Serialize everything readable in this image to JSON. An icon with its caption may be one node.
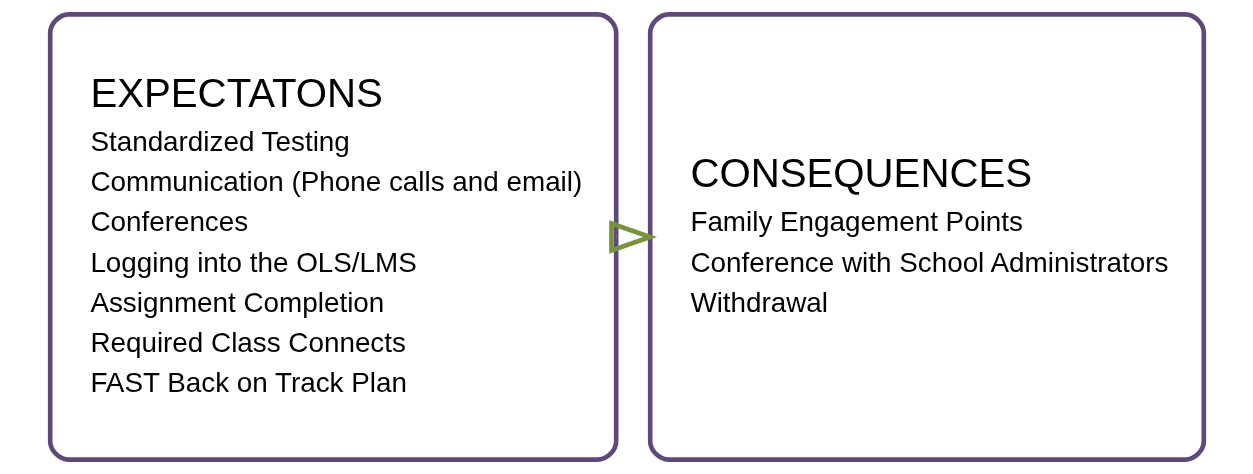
{
  "diagram": {
    "nodes": [
      {
        "text": [
          "EXPECTATONS",
          "Standardized Testing",
          "Communication (Phone calls and email)",
          "Conferences",
          "Logging into the OLS/LMS",
          "Assignment Completion",
          "Required Class Connects",
          "FAST Back on Track Plan"
        ]
      },
      {
        "text": [
          "CONSEQUENCES",
          "Family Engagement Points",
          "Conference with School Administrators",
          "Withdrawal"
        ]
      }
    ],
    "edges": [
      {
        "from": 0,
        "to": 1,
        "arrow": "to",
        "color": "#77933c"
      }
    ]
  }
}
